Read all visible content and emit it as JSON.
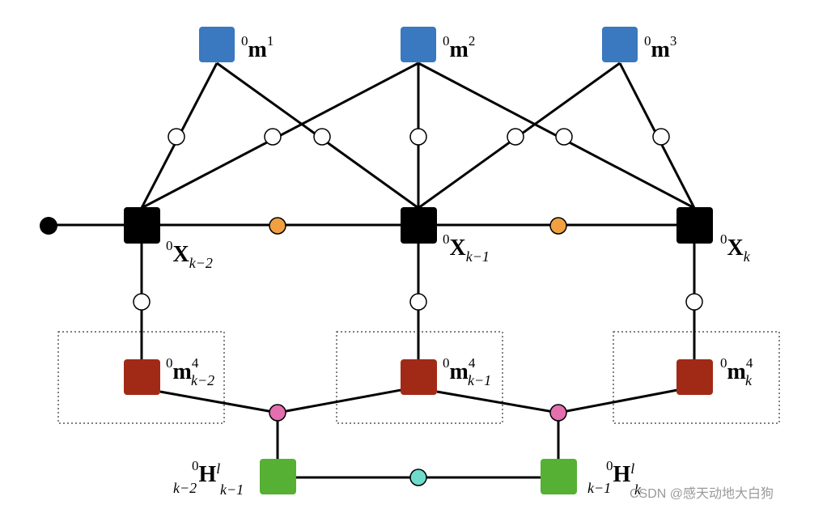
{
  "colors": {
    "landmark": "#3a78bf",
    "pose": "#000000",
    "local_map": "#a12a17",
    "submap": "#55b034",
    "odometry_factor": "#f0a040",
    "projection_factor": "#e36fae",
    "submap_factor": "#6fdccb",
    "measurement_factor": "#ffffff"
  },
  "labels": {
    "m1": {
      "main": "m",
      "sup_left": "0",
      "sup_right": "1"
    },
    "m2": {
      "main": "m",
      "sup_left": "0",
      "sup_right": "2"
    },
    "m3": {
      "main": "m",
      "sup_left": "0",
      "sup_right": "3"
    },
    "x0": {
      "main": "X",
      "sup_left": "0",
      "sub": "k−2"
    },
    "x1": {
      "main": "X",
      "sup_left": "0",
      "sub": "k−1"
    },
    "x2": {
      "main": "X",
      "sup_left": "0",
      "sub": "k"
    },
    "m4a": {
      "main": "m",
      "sup_left": "0",
      "sup_right": "4",
      "sub": "k−2"
    },
    "m4b": {
      "main": "m",
      "sup_left": "0",
      "sup_right": "4",
      "sub": "k−1"
    },
    "m4c": {
      "main": "m",
      "sup_left": "0",
      "sup_right": "4",
      "sub": "k"
    },
    "h1": {
      "main": "H",
      "sup_left": "0",
      "sub_left": "k−2",
      "sup_right": "l",
      "sub": "k−1"
    },
    "h2": {
      "main": "H",
      "sup_left": "0",
      "sub_left": "k−1",
      "sup_right": "l",
      "sub": "k"
    }
  },
  "watermark": "CSDN @感天动地大白狗"
}
